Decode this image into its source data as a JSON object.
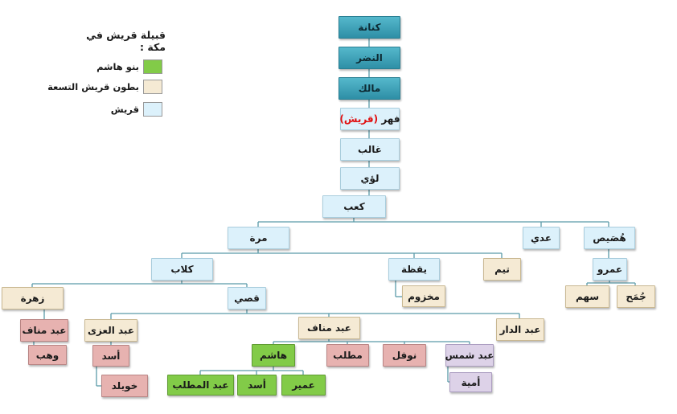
{
  "legend": {
    "title": "قبيلة قريش في مكة :",
    "items": [
      {
        "label": "بنو هاشم",
        "color": "#82cb48"
      },
      {
        "label": "بطون قريش التسعة",
        "color": "#f5ead4"
      },
      {
        "label": "قريش",
        "color": "#dcf1fb"
      }
    ]
  },
  "colors": {
    "ancestor": "#2e8fa6",
    "quraysh": "#dcf1fb",
    "nine_clans": "#f5ead4",
    "banu_hashim": "#82cb48",
    "other_descendants": "#e7b2b0",
    "umayyad": "#ddd2e8",
    "connector": "#5b9aa9",
    "highlight_text": "#e01010"
  },
  "nodes": {
    "kinana": "كنانة",
    "nadr": "النضر",
    "malik": "مالك",
    "fihr": "فهر",
    "fihr_note": "(قريش)",
    "ghalib": "غالب",
    "luayy": "لؤي",
    "kaab": "كعب",
    "murra": "مرة",
    "adi": "عدي",
    "husays": "هُصَيص",
    "kilab": "كلاب",
    "yaqaza": "يقظة",
    "taym": "تيم",
    "amr": "عمرو",
    "makhzum": "مخزوم",
    "jumah": "جُمَح",
    "sahm": "سهم",
    "zuhra": "زهرة",
    "qusayy": "قصي",
    "abd_manaf_z": "عبد مناف",
    "abd_al_uzza": "عبد العزى",
    "abd_manaf": "عبد مناف",
    "abd_al_dar": "عبد الدار",
    "wahb": "وهب",
    "asad_u": "أسد",
    "khuwaylid": "خويلد",
    "hashim": "هاشم",
    "muttalib": "مطلب",
    "nawfal": "نوفل",
    "abd_shams": "عبد شمس",
    "umayya": "أمية",
    "abd_al_muttalib": "عبد المطلب",
    "asad_h": "أسد",
    "umayr": "عمير"
  }
}
